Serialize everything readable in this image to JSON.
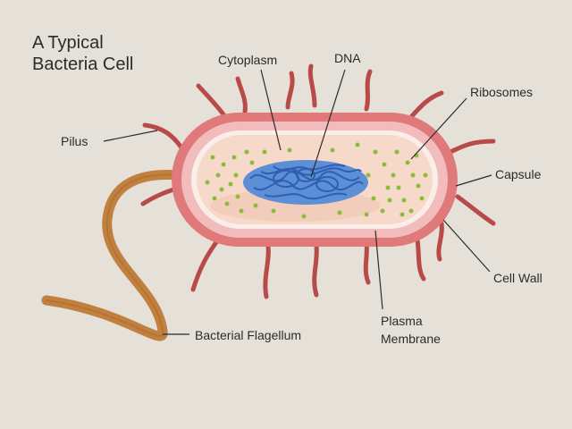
{
  "title": {
    "line1": "A Typical",
    "line2": "Bacteria Cell"
  },
  "labels": {
    "cytoplasm": "Cytoplasm",
    "dna": "DNA",
    "ribosomes": "Ribosomes",
    "pilus": "Pilus",
    "capsule": "Capsule",
    "cell_wall": "Cell Wall",
    "flagellum": "Bacterial Flagellum",
    "plasma_membrane_1": "Plasma",
    "plasma_membrane_2": "Membrane"
  },
  "colors": {
    "background": "#e6e1d8",
    "capsule": "#e07a7a",
    "cell_wall": "#f2bcbc",
    "membrane": "#fbeee9",
    "cytoplasm": "#f6d9c8",
    "dna": "#3d74c4",
    "ribosome": "#8cbc3c",
    "pili": "#b94a4a",
    "flagellum": "#c1803e",
    "text": "#2b2b2b"
  }
}
